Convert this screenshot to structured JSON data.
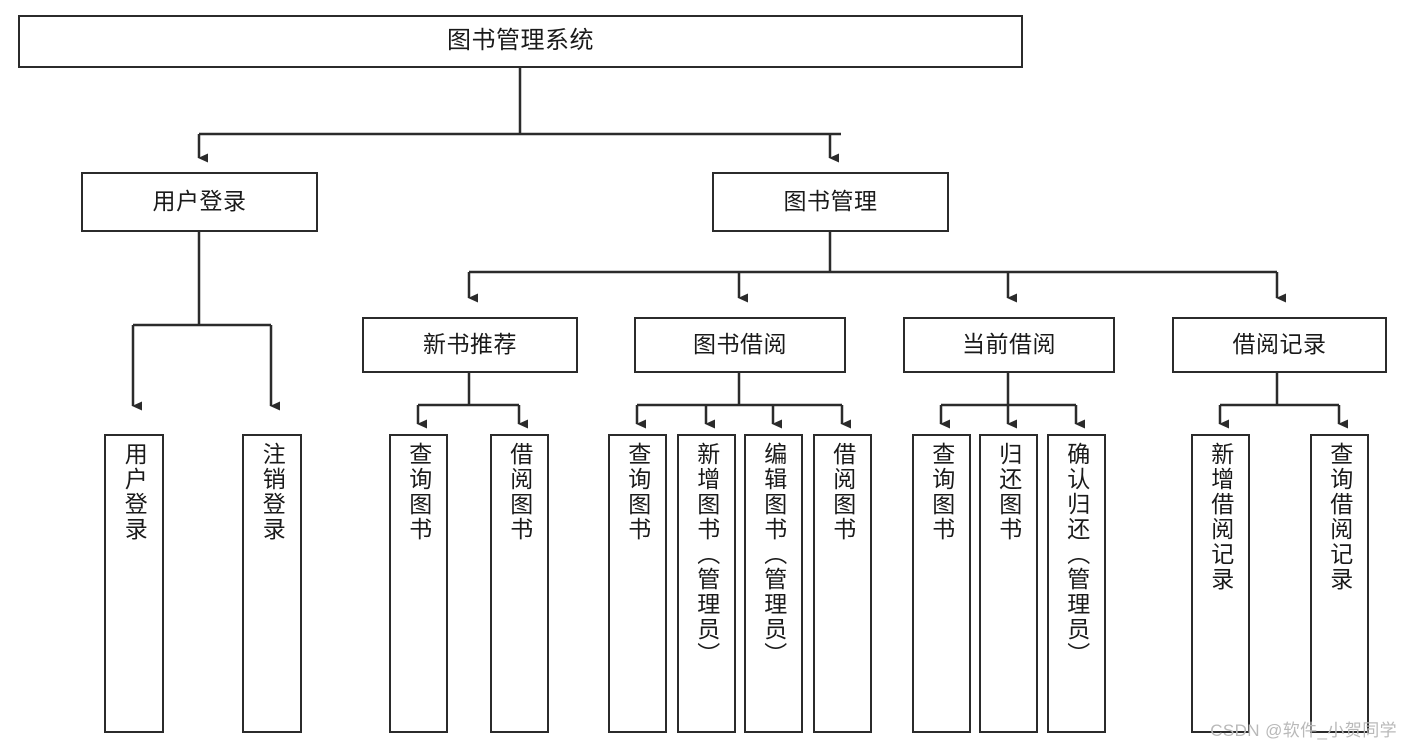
{
  "diagram": {
    "title": "图书管理系统",
    "watermark": "CSDN @软件_小贺同学",
    "stroke_color": "#2b2b2b",
    "background_color": "#ffffff",
    "text_color": "#1a1a1a",
    "watermark_color": "#b9b9b9",
    "levels": {
      "root": "图书管理系统",
      "level2": [
        "用户登录",
        "图书管理"
      ],
      "level3": [
        "新书推荐",
        "图书借阅",
        "当前借阅",
        "借阅记录"
      ]
    },
    "nodes": {
      "root": {
        "label": "图书管理系统",
        "orientation": "horizontal"
      },
      "user_login": {
        "label": "用户登录",
        "orientation": "horizontal"
      },
      "book_manage": {
        "label": "图书管理",
        "orientation": "horizontal"
      },
      "new_book_rec": {
        "label": "新书推荐",
        "orientation": "horizontal"
      },
      "book_borrow": {
        "label": "图书借阅",
        "orientation": "horizontal"
      },
      "current_borrow": {
        "label": "当前借阅",
        "orientation": "horizontal"
      },
      "borrow_record": {
        "label": "借阅记录",
        "orientation": "horizontal"
      },
      "leaf_user_login": {
        "label": "用户登录",
        "orientation": "vertical"
      },
      "leaf_logout": {
        "label": "注销登录",
        "orientation": "vertical"
      },
      "leaf_query_book_1": {
        "label": "查询图书",
        "orientation": "vertical"
      },
      "leaf_borrow_book_1": {
        "label": "借阅图书",
        "orientation": "vertical"
      },
      "leaf_query_book_2": {
        "label": "查询图书",
        "orientation": "vertical"
      },
      "leaf_add_book": {
        "label": "新增图书（管理员）",
        "orientation": "vertical"
      },
      "leaf_edit_book": {
        "label": "编辑图书（管理员）",
        "orientation": "vertical"
      },
      "leaf_borrow_book_2": {
        "label": "借阅图书",
        "orientation": "vertical"
      },
      "leaf_query_book_3": {
        "label": "查询图书",
        "orientation": "vertical"
      },
      "leaf_return_book": {
        "label": "归还图书",
        "orientation": "vertical"
      },
      "leaf_confirm_return": {
        "label": "确认归还（管理员）",
        "orientation": "vertical"
      },
      "leaf_add_record": {
        "label": "新增借阅记录",
        "orientation": "vertical"
      },
      "leaf_query_record": {
        "label": "查询借阅记录",
        "orientation": "vertical"
      }
    }
  }
}
